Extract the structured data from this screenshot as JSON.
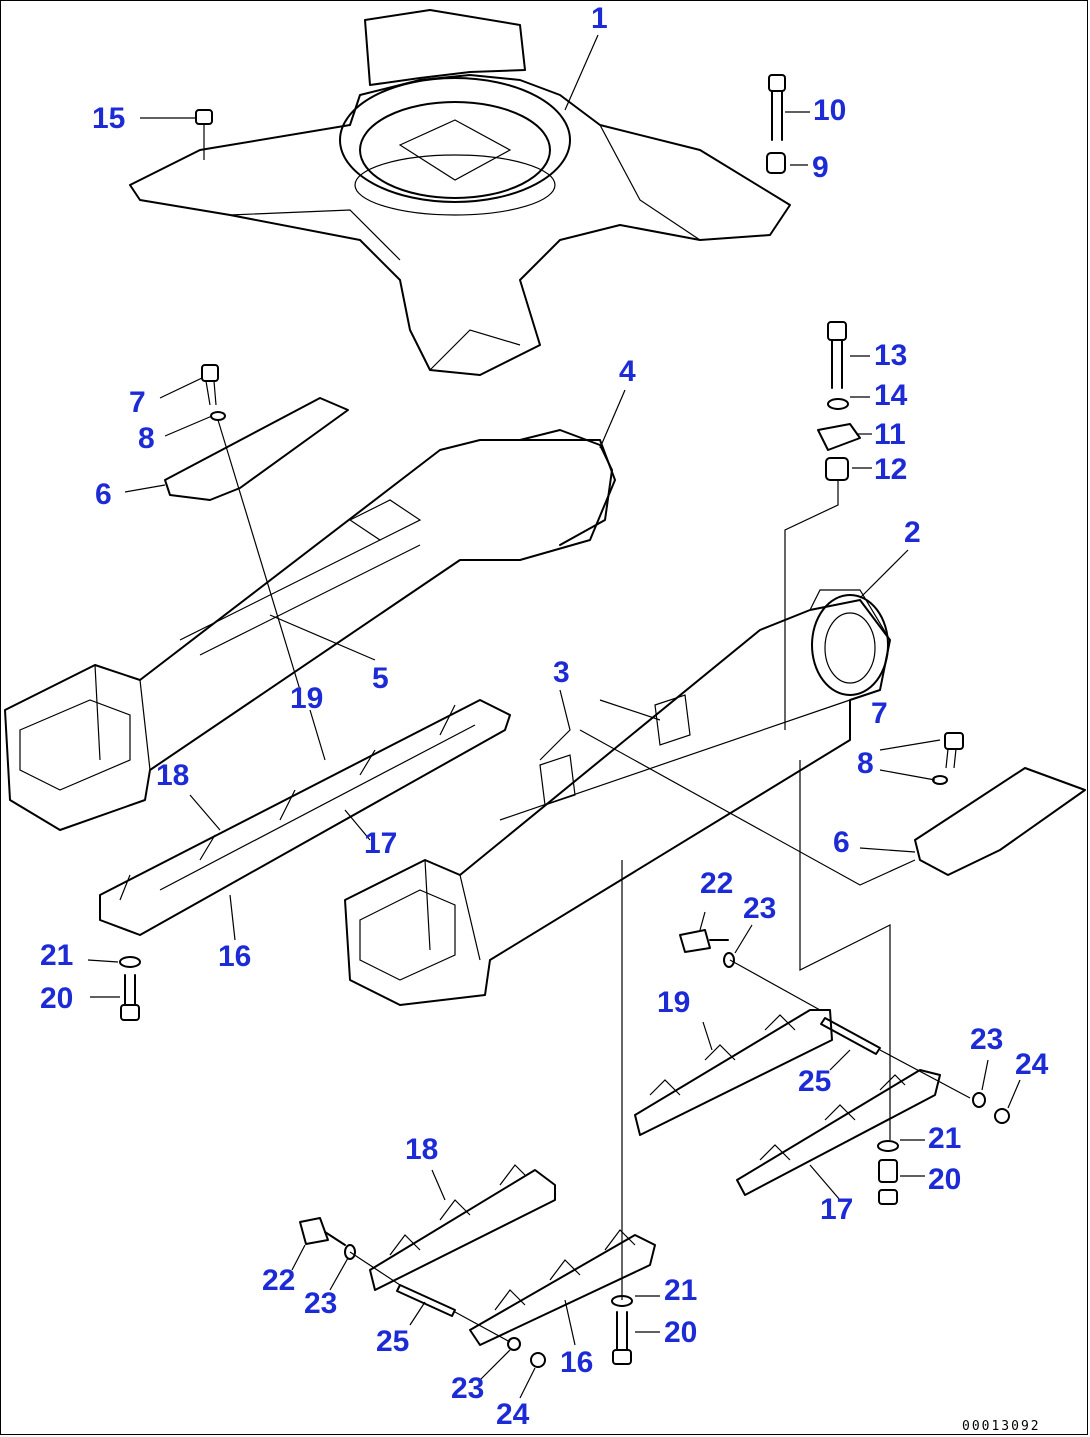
{
  "labels": {
    "l1": "1",
    "l2": "2",
    "l3": "3",
    "l4": "4",
    "l5": "5",
    "l6a": "6",
    "l6b": "6",
    "l7a": "7",
    "l7b": "7",
    "l8a": "8",
    "l8b": "8",
    "l9": "9",
    "l10": "10",
    "l11": "11",
    "l12": "12",
    "l13": "13",
    "l14": "14",
    "l15": "15",
    "l16a": "16",
    "l16b": "16",
    "l17a": "17",
    "l17b": "17",
    "l18a": "18",
    "l18b": "18",
    "l19a": "19",
    "l19b": "19",
    "l20a": "20",
    "l20b": "20",
    "l20c": "20",
    "l21a": "21",
    "l21b": "21",
    "l21c": "21",
    "l22a": "22",
    "l22b": "22",
    "l23a": "23",
    "l23b": "23",
    "l23c": "23",
    "l23d": "23",
    "l24a": "24",
    "l24b": "24",
    "l25a": "25",
    "l25b": "25"
  },
  "doc_code": "00013092",
  "colors": {
    "callout": "#1c2bd6",
    "line": "#000000"
  }
}
